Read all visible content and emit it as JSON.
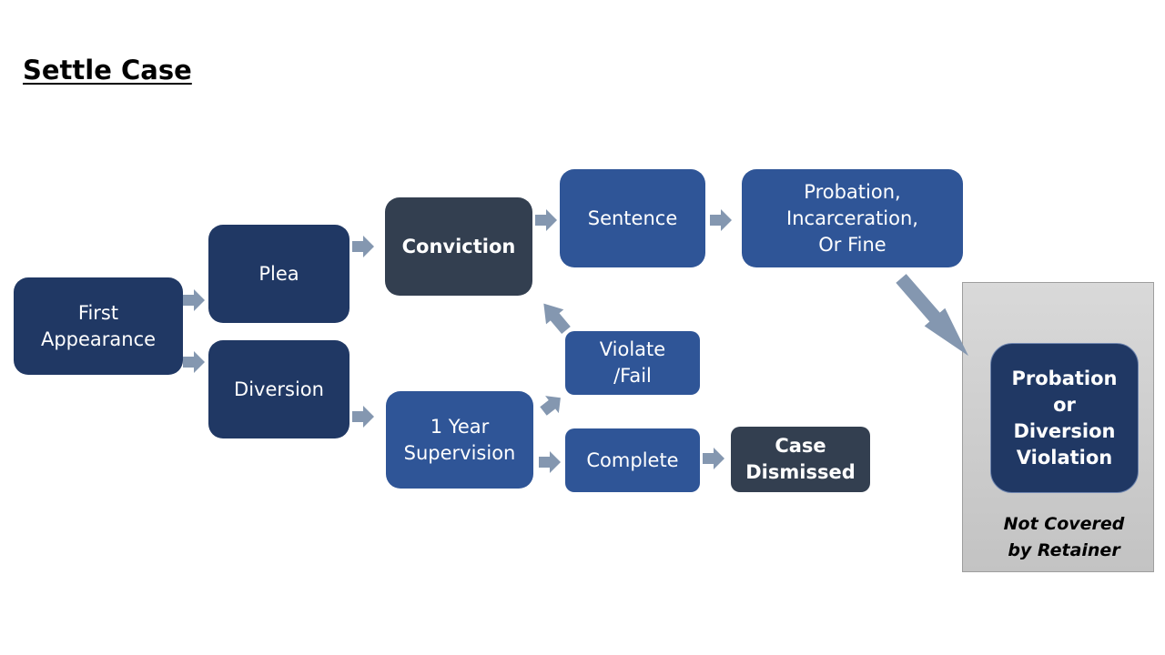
{
  "title": "Settle Case",
  "colors": {
    "navy": "#203864",
    "blue": "#2f5597",
    "slate": "#333f50",
    "arrow": "#8497b0",
    "panel": "#d0d0d0"
  },
  "nodes": {
    "first_appearance": "First\nAppearance",
    "plea": "Plea",
    "diversion": "Diversion",
    "conviction": "Conviction",
    "sentence": "Sentence",
    "outcome": "Probation,\nIncarceration,\nOr Fine",
    "supervision": "1 Year\nSupervision",
    "violate": "Violate\n/Fail",
    "complete": "Complete",
    "case_dismissed": "Case\nDismissed",
    "violation": "Probation\nor\nDiversion\nViolation"
  },
  "note": "Not Covered\nby Retainer"
}
